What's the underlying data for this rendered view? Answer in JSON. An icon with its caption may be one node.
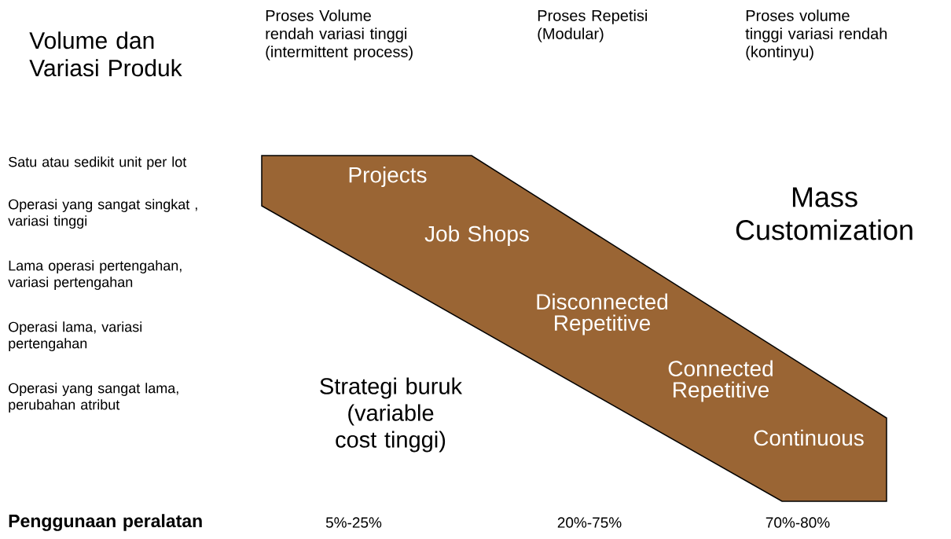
{
  "diagram": {
    "nodes": [
      {
        "text": [
          "Projects",
          "Job Shops",
          "Disconnected Repetitive",
          "Connected Repetitive",
          "Continuous"
        ]
      }
    ],
    "labels": [
      "Volume dan Variasi Produk",
      "Proses Volume rendah variasi tinggi (intermittent process)",
      "Proses Repetisi (Modular)",
      "Proses volume tinggi variasi rendah (kontinyu)",
      "Satu atau sedikit unit per lot",
      "Operasi yang sangat  singkat , variasi tinggi",
      "Lama operasi pertengahan, variasi pertengahan",
      "Operasi lama, variasi pertengahan",
      "Operasi yang sangat lama, perubahan atribut",
      "Mass Customization",
      "Strategi buruk (variable cost tinggi)",
      "Penggunaan peralatan",
      "5%-25%",
      "20%-75%",
      "70%-80%"
    ]
  }
}
